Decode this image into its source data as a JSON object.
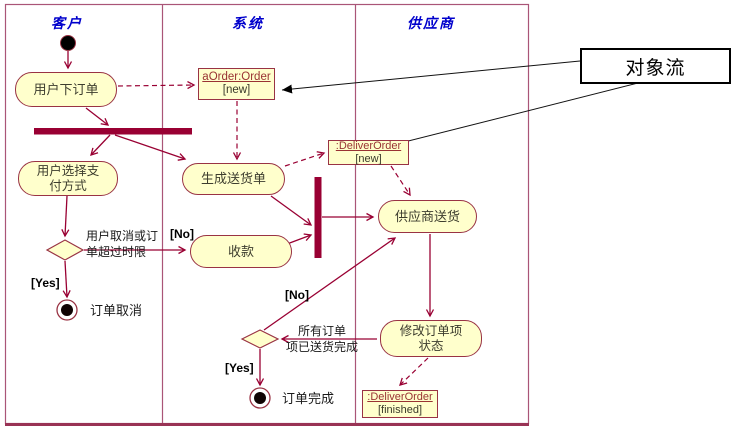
{
  "lanes": {
    "customer": "客户",
    "system": "系统",
    "supplier": "供应商"
  },
  "activities": {
    "place_order": "用户下订单",
    "choose_payment_l1": "用户选择支",
    "choose_payment_l2": "付方式",
    "generate_delivery": "生成送货单",
    "collect_payment": "收款",
    "supplier_deliver": "供应商送货",
    "update_item_l1": "修改订单项",
    "update_item_l2": "状态"
  },
  "objects": {
    "order_new": {
      "name": "aOrder:Order",
      "state": "[new]"
    },
    "deliver_new": {
      "name": ":DeliverOrder",
      "state": "[new]"
    },
    "deliver_finished": {
      "name": ":DeliverOrder",
      "state": "[finished]"
    }
  },
  "guards": {
    "cancel_no": "[No]",
    "cancel_yes": "[Yes]",
    "delivered_no": "[No]",
    "delivered_yes": "[Yes]"
  },
  "notes": {
    "cancel_condition_l1": "用户取消或订",
    "cancel_condition_l2": "单超过时限",
    "all_delivered_l1": "所有订单",
    "all_delivered_l2": "项已送货完成",
    "order_cancelled": "订单取消",
    "order_completed": "订单完成"
  },
  "annotation": {
    "label": "对象流"
  },
  "colors": {
    "activity_fill": "#ffffcc",
    "flow_line": "#990033",
    "frame": "#aa5577",
    "lane_title": "#0000cc",
    "annotation_line": "#000000",
    "text": "#1a1a1a"
  }
}
